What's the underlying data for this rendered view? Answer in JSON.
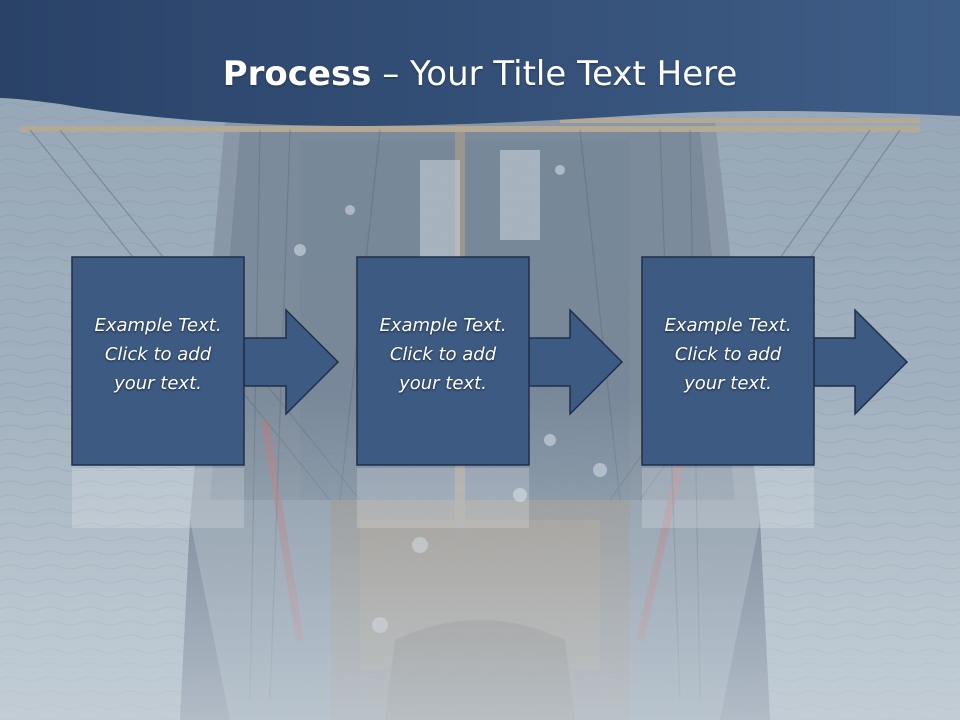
{
  "slide": {
    "title_bold": "Process",
    "title_rest": " – Your Title Text Here"
  },
  "steps": [
    {
      "line1": "Example Text.",
      "line2": "Click  to add",
      "line3": "your text."
    },
    {
      "line1": "Example Text.",
      "line2": "Click  to add",
      "line3": "your text."
    },
    {
      "line1": "Example Text.",
      "line2": "Click  to add",
      "line3": "your text."
    }
  ],
  "colors": {
    "header": "#2d466c",
    "box": "#3d5a82",
    "water": "#8a9dad"
  },
  "background": {
    "icon": "tall-ship-photo"
  }
}
